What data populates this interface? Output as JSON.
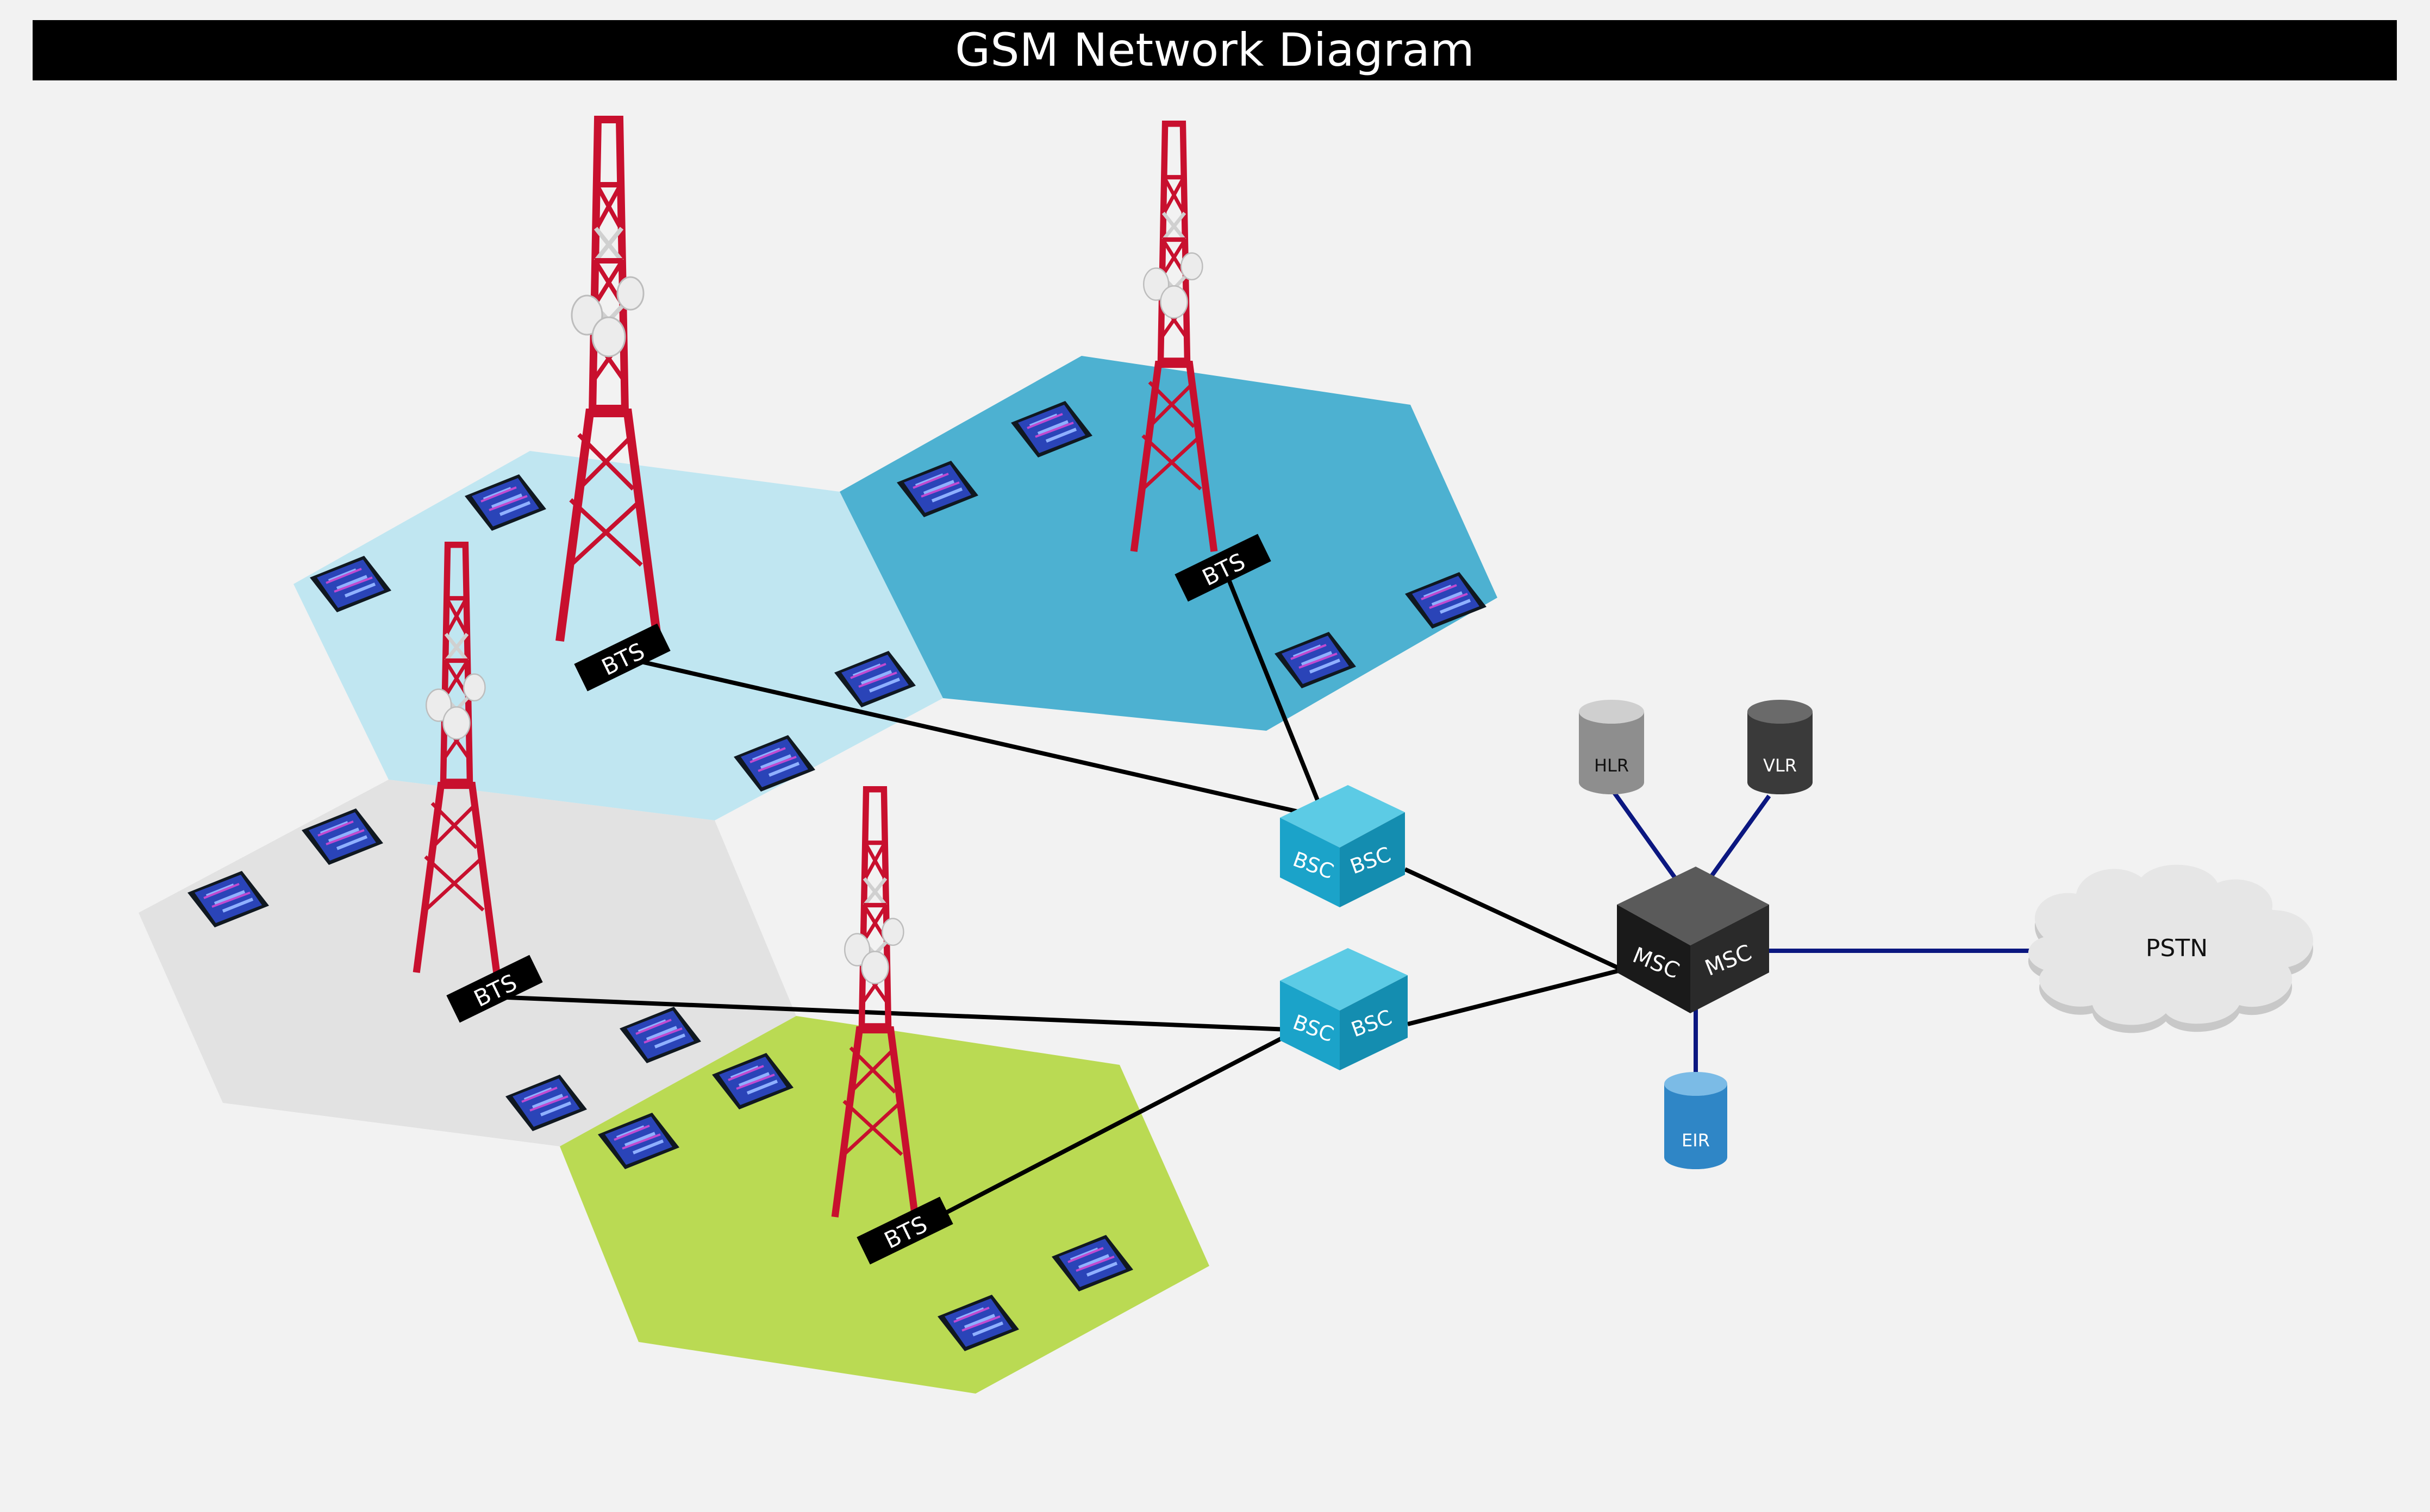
{
  "title": "GSM Network Diagram",
  "labels": {
    "bts": "BTS",
    "bsc": "BSC",
    "msc": "MSC",
    "hlr": "HLR",
    "vlr": "VLR",
    "eir": "EIR",
    "pstn": "PSTN"
  },
  "colors": {
    "cell_light_blue": "#c0e6f1",
    "cell_teal": "#4db1d1",
    "cell_gray": "#e2e2e2",
    "cell_green": "#bada53",
    "bsc_box": "#1ba3c9",
    "msc_box": "#1a1a1a",
    "hlr_cylinder": "#9a9a9a",
    "vlr_cylinder": "#444444",
    "eir_cylinder": "#2f86c6",
    "tower_red": "#c8102e",
    "link_black": "#000000",
    "link_navy": "#0b1780"
  }
}
